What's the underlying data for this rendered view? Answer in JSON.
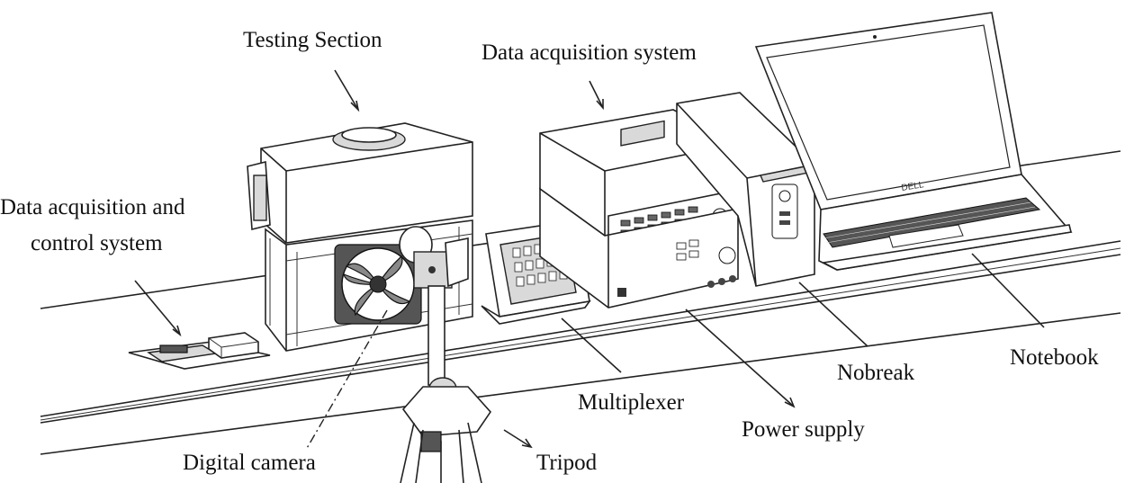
{
  "labels": {
    "testing_section": "Testing Section",
    "data_acquisition_system": "Data acquisition system",
    "daq_control_line1": "Data acquisition and",
    "daq_control_line2": "control system",
    "notebook": "Notebook",
    "nobreak": "Nobreak",
    "multiplexer": "Multiplexer",
    "power_supply": "Power supply",
    "digital_camera": "Digital camera",
    "tripod": "Tripod"
  },
  "logo": "DELL"
}
